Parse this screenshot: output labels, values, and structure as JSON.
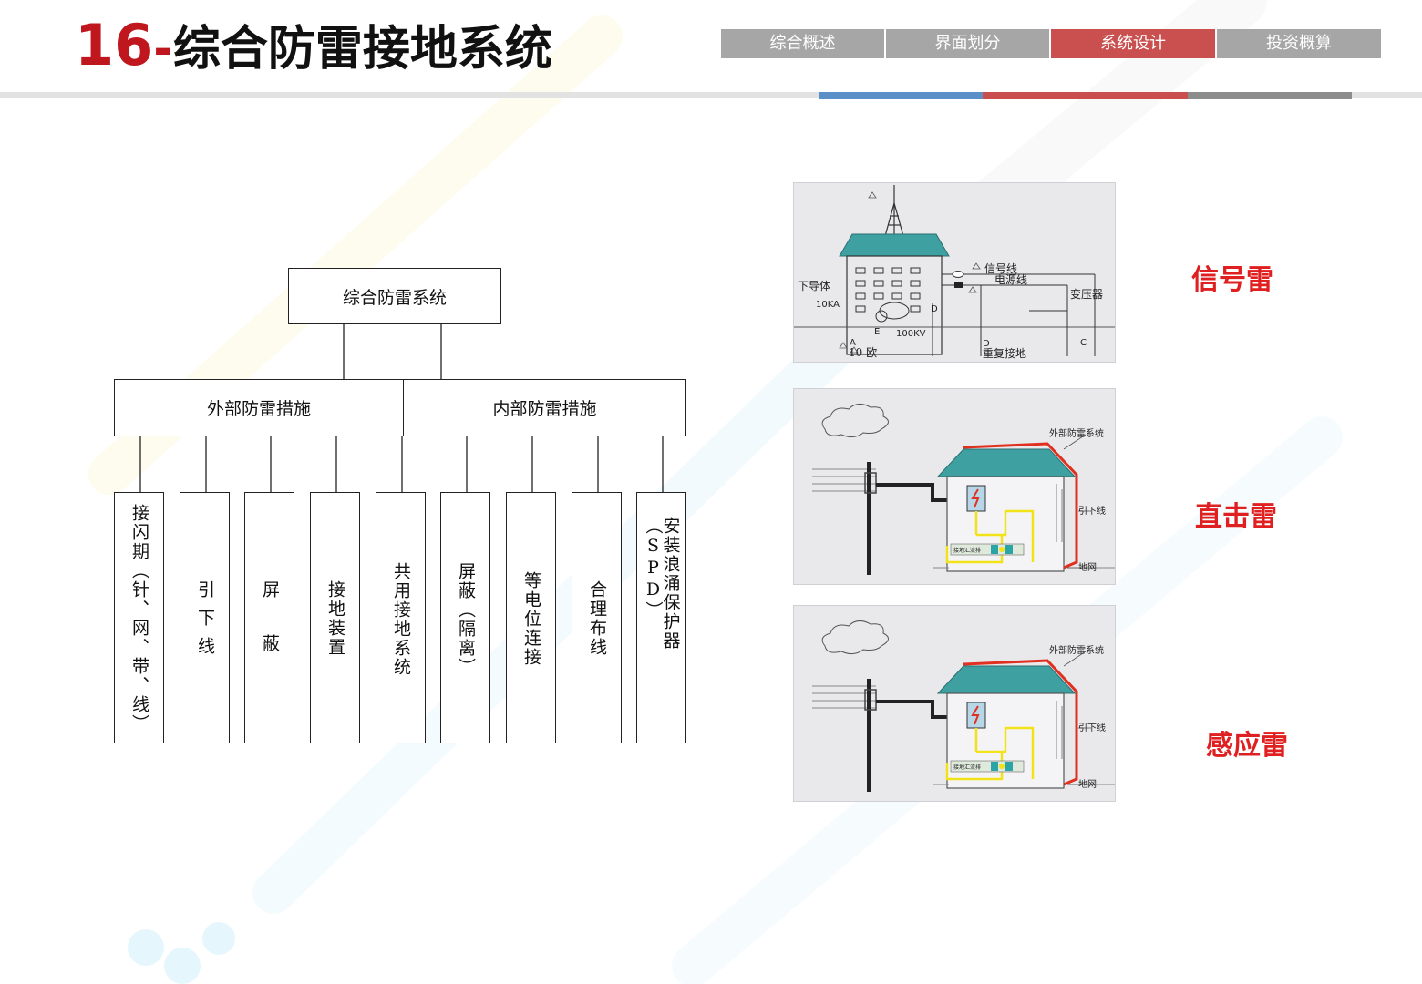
{
  "header": {
    "number": "16",
    "dash": "-",
    "title": "综合防雷接地系统"
  },
  "nav": {
    "tabs": [
      {
        "label": "综合概述",
        "active": false
      },
      {
        "label": "界面划分",
        "active": false
      },
      {
        "label": "系统设计",
        "active": true
      },
      {
        "label": "投资概算",
        "active": false
      }
    ]
  },
  "colors": {
    "accent_red": "#c0161d",
    "tab_gray": "#a6a6a6",
    "tab_active": "#c9504f",
    "rule_blue": "#5b8fc8",
    "rule_red": "#c94e4d",
    "label_red": "#e02020"
  },
  "org_chart": {
    "root": "综合防雷系统",
    "groups": [
      "外部防雷措施",
      "内部防雷措施"
    ],
    "leaves": [
      "接闪期（针、网、带、线）",
      "引下线",
      "屏蔽",
      "接地装置",
      "共用接地系统",
      "屏蔽（隔离）",
      "等电位连接",
      "合理布线",
      "安装浪涌保护器（SPD）"
    ]
  },
  "panel1": {
    "signal_line": "信号线",
    "power_line": "电源线",
    "transformer": "变压器",
    "down_conductor": "下导体",
    "current": "10KA",
    "point_e": "E",
    "voltage": "100KV",
    "point_d_upper": "D",
    "point_a": "A",
    "resistance": "10 欧",
    "point_d": "D",
    "repeat_ground": "重复接地",
    "point_c": "C"
  },
  "panel2": {
    "external_system": "外部防雷系统",
    "down_lead": "引下线",
    "ground_net": "地网",
    "busbar": "接地汇流排"
  },
  "panel3": {
    "external_system": "外部防雷系统",
    "down_lead": "引下线",
    "ground_net": "地网",
    "busbar": "接地汇流排"
  },
  "labels": {
    "signal_lightning": "信号雷",
    "direct_lightning": "直击雷",
    "induced_lightning": "感应雷"
  }
}
